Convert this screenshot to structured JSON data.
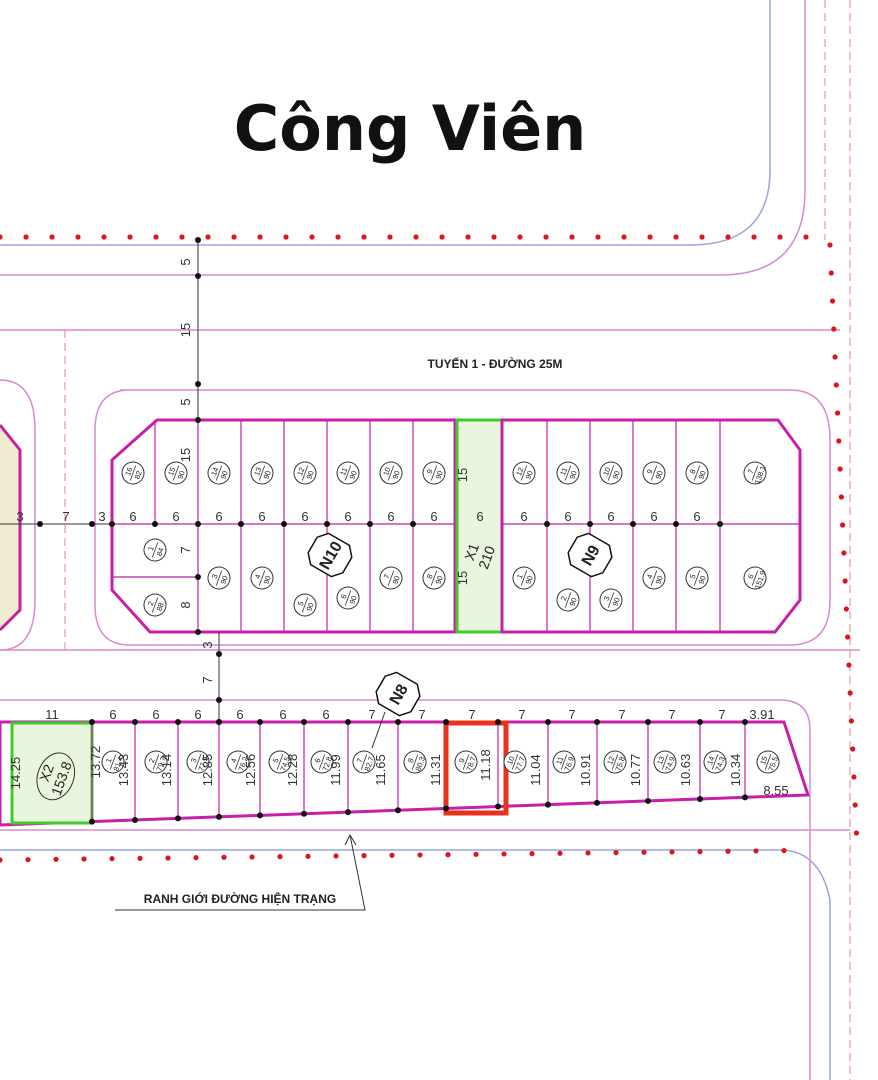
{
  "title": "Công Viên",
  "road_label": "TUYẾN 1 - ĐƯỜNG 25M",
  "boundary_label": "RANH GIỚI ĐƯỜNG HIỆN TRẠNG",
  "colors": {
    "lot_border": "#c81ea8",
    "boundary_dots": "#e0141e",
    "green_lot": "#3fcc2a",
    "highlight": "#e8321e",
    "pink_line": "#d98bd0"
  },
  "blocks": {
    "n10": "N10",
    "n9": "N9",
    "n8": "N8",
    "x1_name": "X1",
    "x1_area": "210",
    "x2_name": "X2",
    "x2_area": "153.8"
  },
  "highlighted_lot": {
    "number": "9",
    "area": "78.7"
  },
  "vertical_dims": [
    "5",
    "15",
    "5",
    "15",
    "7",
    "8",
    "3",
    "7",
    "15",
    "15"
  ],
  "top_row_dims": [
    "3",
    "7",
    "3",
    "6",
    "6",
    "6",
    "6",
    "6",
    "6",
    "6",
    "6",
    "6",
    "6",
    "6",
    "6",
    "6",
    "6"
  ],
  "n8_top_dims": [
    "11",
    "6",
    "6",
    "6",
    "6",
    "6",
    "6",
    "7",
    "7",
    "7",
    "7",
    "7",
    "7",
    "7",
    "7",
    "3.91"
  ],
  "n8_depths": [
    "14.25",
    "13.72",
    "13.43",
    "13.14",
    "12.85",
    "12.56",
    "12.28",
    "11.99",
    "11.65",
    "11.31",
    "11.18",
    "11.04",
    "10.91",
    "10.77",
    "10.63",
    "10.34",
    "8.55"
  ],
  "n10_top_lots": [
    {
      "n": "16",
      "a": "82"
    },
    {
      "n": "15",
      "a": "90"
    },
    {
      "n": "14",
      "a": "90"
    },
    {
      "n": "13",
      "a": "90"
    },
    {
      "n": "12",
      "a": "90"
    },
    {
      "n": "11",
      "a": "90"
    },
    {
      "n": "10",
      "a": "90"
    },
    {
      "n": "9",
      "a": "90"
    }
  ],
  "n10_bottom_lots": [
    {
      "n": "1",
      "a": "84"
    },
    {
      "n": "2",
      "a": "88"
    },
    {
      "n": "3",
      "a": "90"
    },
    {
      "n": "4",
      "a": "90"
    },
    {
      "n": "5",
      "a": "90"
    },
    {
      "n": "6",
      "a": "90"
    },
    {
      "n": "7",
      "a": "90"
    },
    {
      "n": "8",
      "a": "90"
    }
  ],
  "n9_top_lots": [
    {
      "n": "12",
      "a": "90"
    },
    {
      "n": "11",
      "a": "90"
    },
    {
      "n": "10",
      "a": "90"
    },
    {
      "n": "9",
      "a": "90"
    },
    {
      "n": "8",
      "a": "90"
    },
    {
      "n": "7",
      "a": "138.1"
    }
  ],
  "n9_bottom_lots": [
    {
      "n": "1",
      "a": "90"
    },
    {
      "n": "2",
      "a": "90"
    },
    {
      "n": "3",
      "a": "90"
    },
    {
      "n": "4",
      "a": "90"
    },
    {
      "n": "5",
      "a": "90"
    },
    {
      "n": "6",
      "a": "151.9"
    }
  ],
  "n8_lots": [
    {
      "n": "1",
      "a": "81.4"
    },
    {
      "n": "2",
      "a": "79.7"
    },
    {
      "n": "3",
      "a": "77.9"
    },
    {
      "n": "4",
      "a": "76.2"
    },
    {
      "n": "5",
      "a": "74.5"
    },
    {
      "n": "6",
      "a": "72.8"
    },
    {
      "n": "7",
      "a": "82.7"
    },
    {
      "n": "8",
      "a": "80.3"
    },
    {
      "n": "9",
      "a": "78.7"
    },
    {
      "n": "10",
      "a": "77.7"
    },
    {
      "n": "11",
      "a": "76.9"
    },
    {
      "n": "12",
      "a": "75.8"
    },
    {
      "n": "13",
      "a": "74.9"
    },
    {
      "n": "14",
      "a": "74.3"
    },
    {
      "n": "15",
      "a": "75.5"
    }
  ]
}
